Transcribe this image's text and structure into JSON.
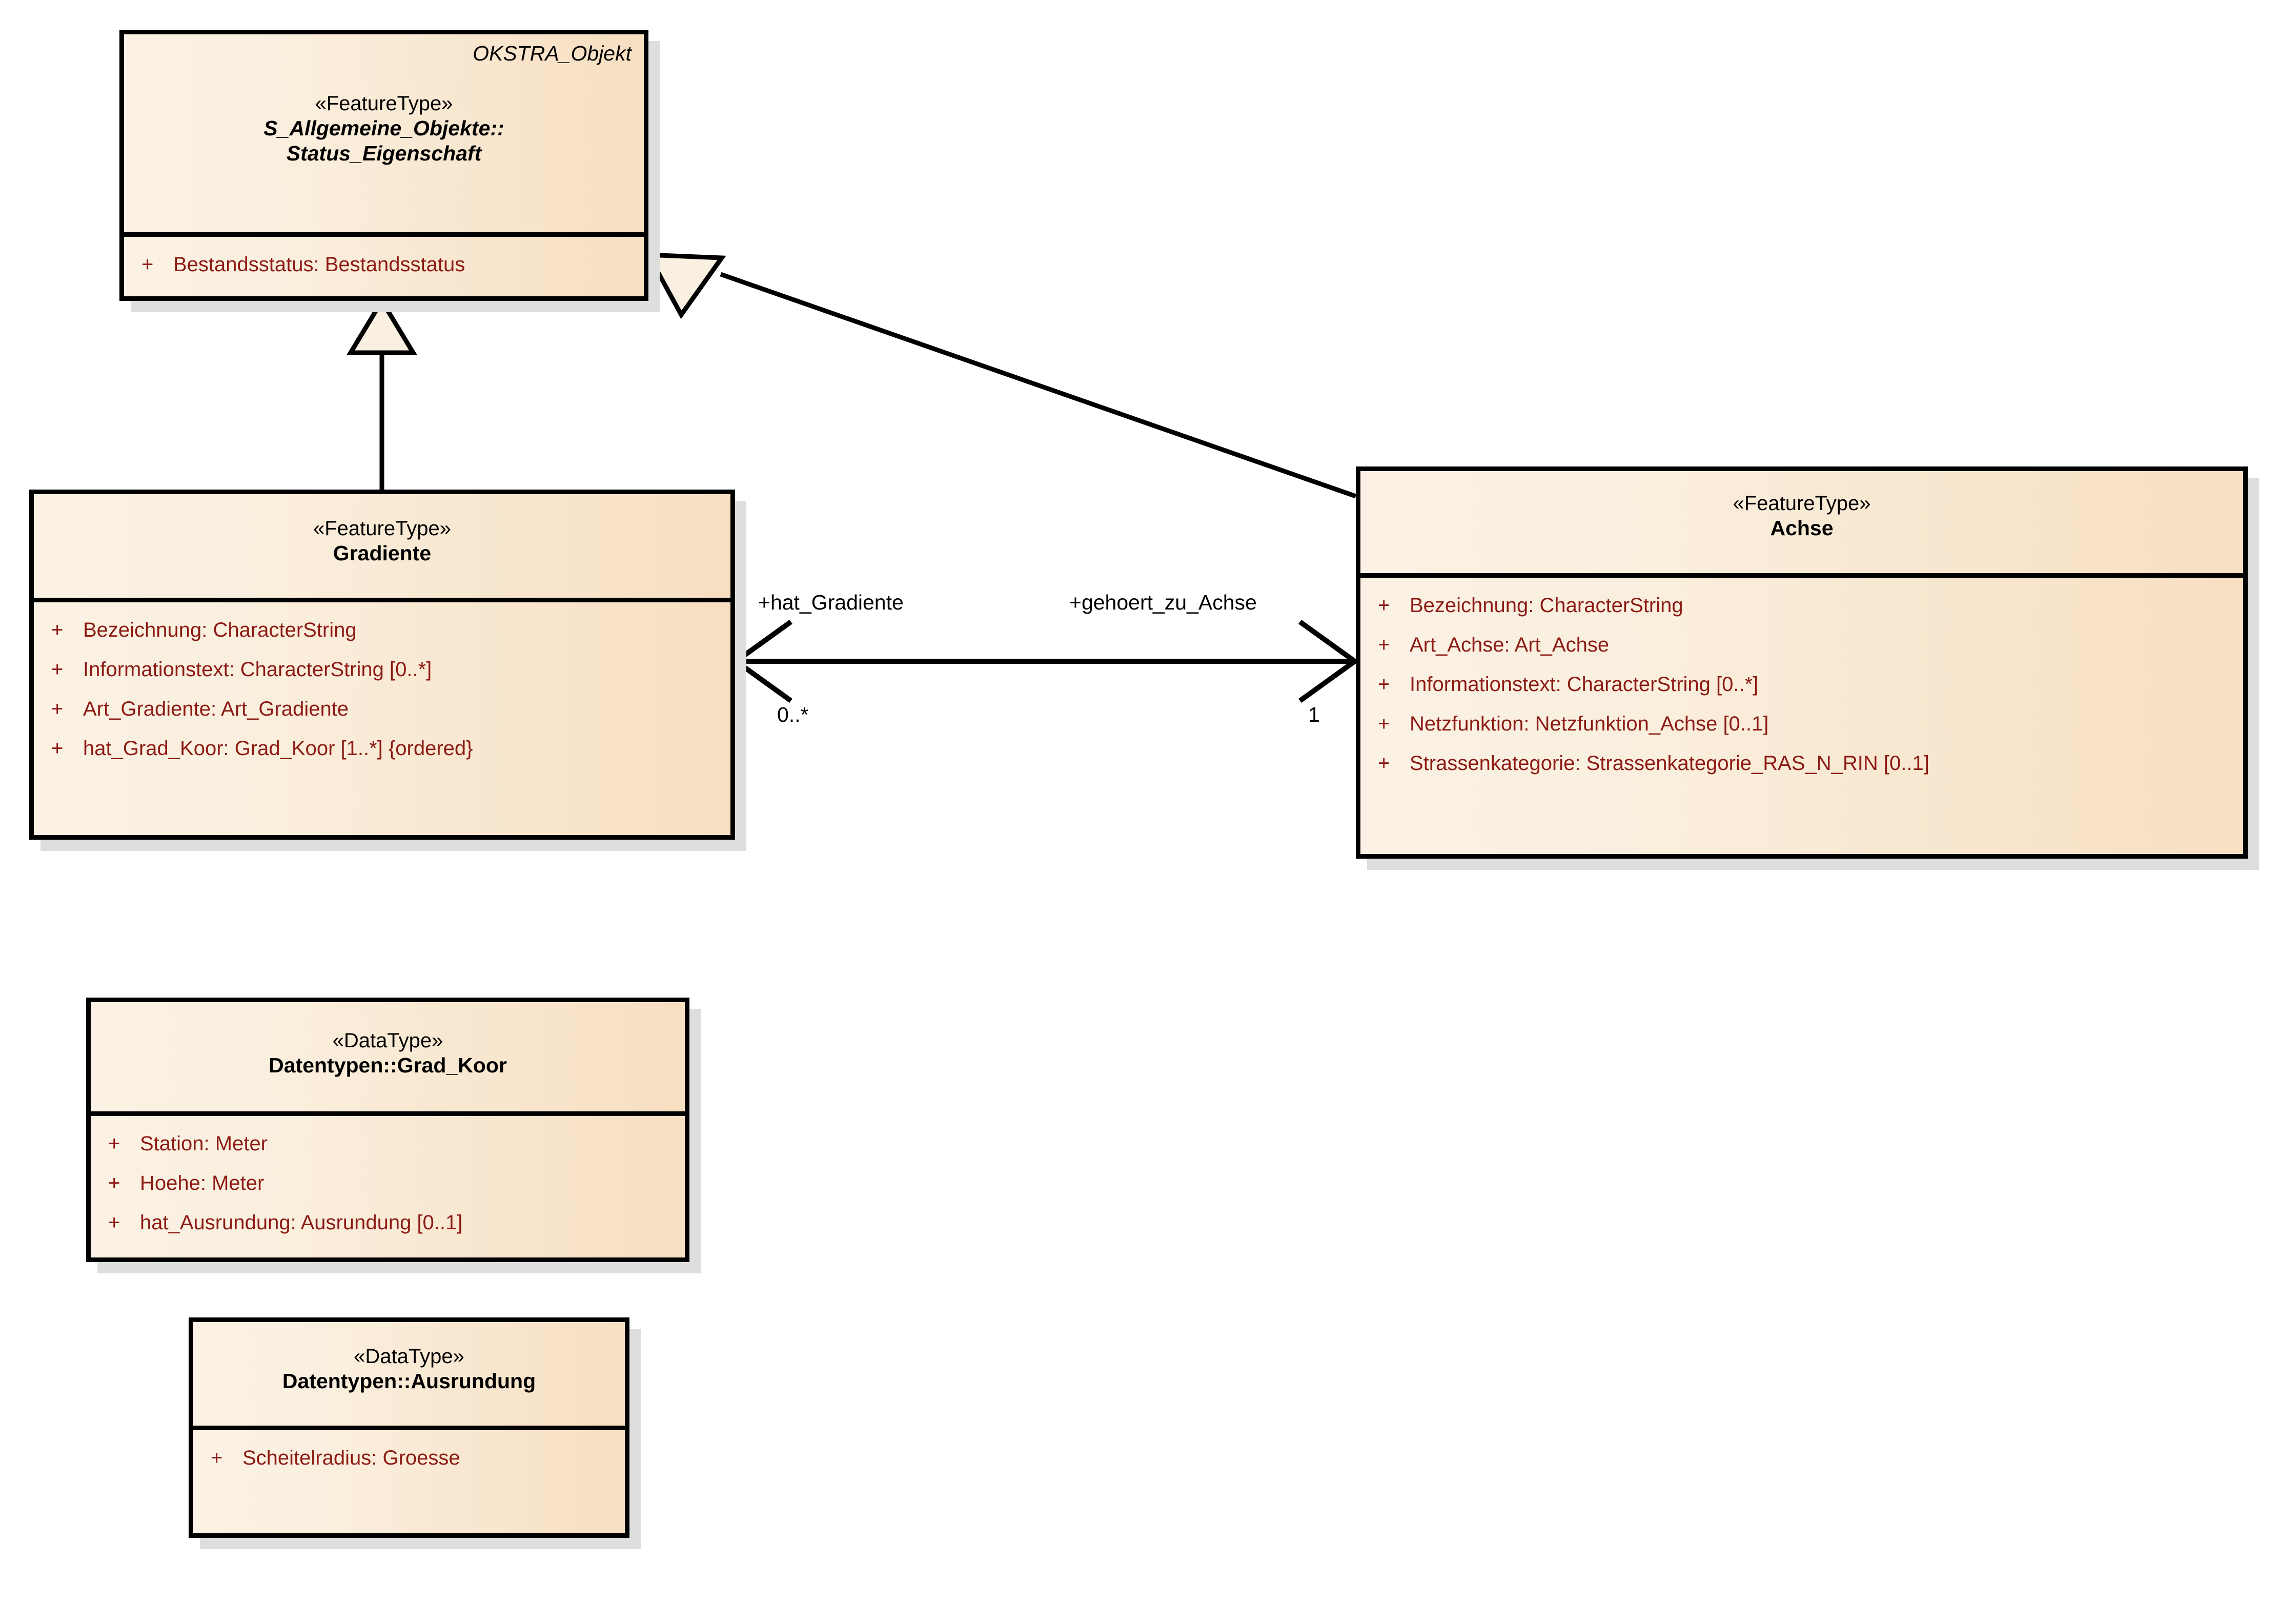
{
  "diagram": {
    "title": "OKSTRA Achse / Gradiente UML Klassendiagramm",
    "colors": {
      "fill_light": "#FBF2E5",
      "fill_dark": "#F7DFC1",
      "border": "#000000",
      "attribute_text": "#8C1A14",
      "shadow": "#dedede",
      "background": "#ffffff"
    }
  },
  "classes": {
    "status_eigenschaft": {
      "corner_name": "OKSTRA_Objekt",
      "stereotype": "«FeatureType»",
      "name_line1": "S_Allgemeine_Objekte::",
      "name_line2": "Status_Eigenschaft",
      "attributes": [
        {
          "visibility": "+",
          "text": "Bestandsstatus: Bestandsstatus"
        }
      ]
    },
    "gradiente": {
      "stereotype": "«FeatureType»",
      "name": "Gradiente",
      "attributes": [
        {
          "visibility": "+",
          "text": "Bezeichnung: CharacterString"
        },
        {
          "visibility": "+",
          "text": "Informationstext: CharacterString [0..*]"
        },
        {
          "visibility": "+",
          "text": "Art_Gradiente: Art_Gradiente"
        },
        {
          "visibility": "+",
          "text": "hat_Grad_Koor: Grad_Koor [1..*] {ordered}"
        }
      ]
    },
    "achse": {
      "stereotype": "«FeatureType»",
      "name": "Achse",
      "attributes": [
        {
          "visibility": "+",
          "text": "Bezeichnung: CharacterString"
        },
        {
          "visibility": "+",
          "text": "Art_Achse: Art_Achse"
        },
        {
          "visibility": "+",
          "text": "Informationstext: CharacterString [0..*]"
        },
        {
          "visibility": "+",
          "text": "Netzfunktion: Netzfunktion_Achse [0..1]"
        },
        {
          "visibility": "+",
          "text": "Strassenkategorie: Strassenkategorie_RAS_N_RIN [0..1]"
        }
      ]
    },
    "grad_koor": {
      "stereotype": "«DataType»",
      "name": "Datentypen::Grad_Koor",
      "attributes": [
        {
          "visibility": "+",
          "text": "Station: Meter"
        },
        {
          "visibility": "+",
          "text": "Hoehe: Meter"
        },
        {
          "visibility": "+",
          "text": "hat_Ausrundung: Ausrundung [0..1]"
        }
      ]
    },
    "ausrundung": {
      "stereotype": "«DataType»",
      "name": "Datentypen::Ausrundung",
      "attributes": [
        {
          "visibility": "+",
          "text": "Scheitelradius: Groesse"
        }
      ]
    }
  },
  "relationships": {
    "generalization_gradiente": {
      "kind": "generalization",
      "from": "Gradiente",
      "to": "S_Allgemeine_Objekte::Status_Eigenschaft"
    },
    "generalization_achse": {
      "kind": "generalization",
      "from": "Achse",
      "to": "S_Allgemeine_Objekte::Status_Eigenschaft"
    },
    "association_gradiente_achse": {
      "kind": "association",
      "navigable_both": true,
      "source_role": "+hat_Gradiente",
      "source_multiplicity": "0..*",
      "target_role": "+gehoert_zu_Achse",
      "target_multiplicity": "1"
    }
  }
}
